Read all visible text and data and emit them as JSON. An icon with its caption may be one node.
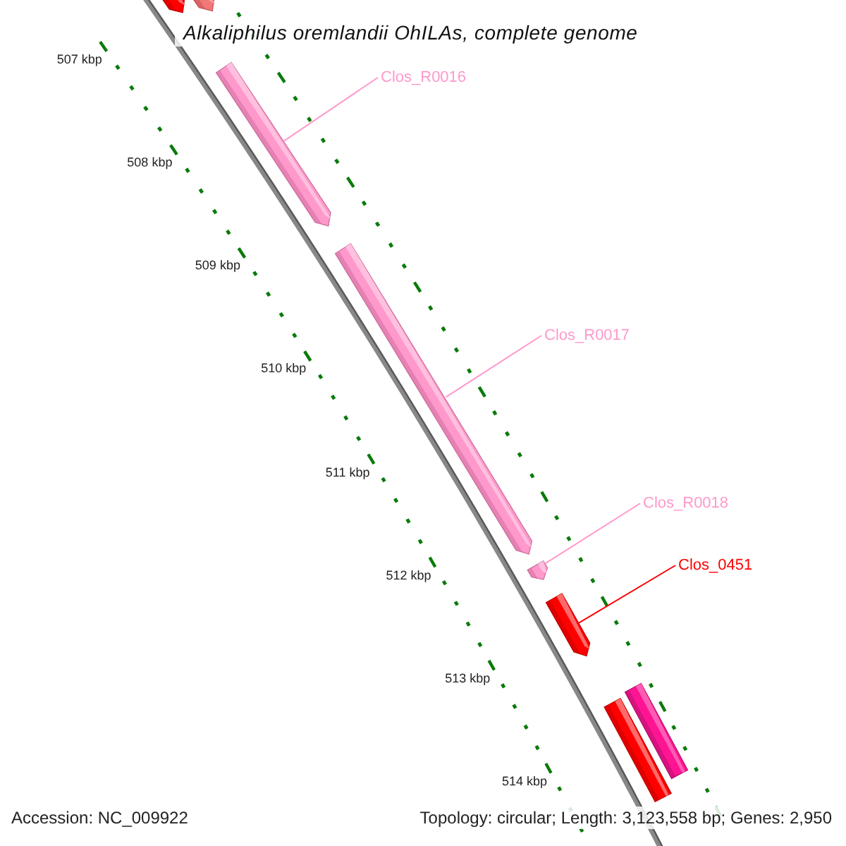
{
  "diagram": {
    "title": "Alkaliphilus oremlandii OhILAs, complete genome",
    "nodes": [
      {
        "text": [],
        "shape": "bar"
      },
      {
        "text": [],
        "shape": "bar"
      },
      {
        "text": [
          "Clos_R0016"
        ]
      },
      {
        "text": [],
        "shape": "bar"
      },
      {
        "text": [
          "Clos_R0017"
        ]
      },
      {
        "text": [],
        "shape": "bar"
      },
      {
        "text": [
          "Clos_R0018"
        ]
      },
      {
        "text": [],
        "shape": "bar"
      },
      {
        "text": [
          "Clos_0451"
        ]
      },
      {
        "text": [],
        "shape": "bar"
      },
      {
        "text": [],
        "shape": "bar"
      },
      {
        "text": [],
        "shape": "bar"
      }
    ],
    "edges": [
      {
        "from": 2,
        "to": 3,
        "arrow": "none"
      },
      {
        "from": 4,
        "to": 5,
        "arrow": "none"
      },
      {
        "from": 6,
        "to": 7,
        "arrow": "none"
      },
      {
        "from": 8,
        "to": 9,
        "arrow": "none",
        "color": "#ff0000"
      }
    ],
    "labels": [
      "507 kbp",
      "508 kbp",
      "509 kbp",
      "510 kbp",
      "511 kbp",
      "512 kbp",
      "513 kbp",
      "514 kbp",
      "Accession: NC_009922",
      "Topology: circular; Length: 3,123,558 bp; Genes: 2,950"
    ]
  }
}
